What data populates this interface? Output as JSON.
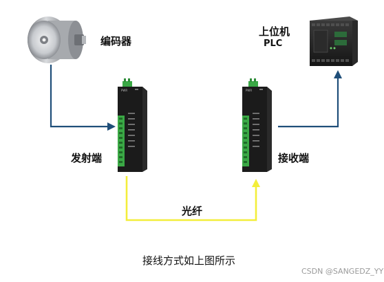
{
  "labels": {
    "encoder": "编码器",
    "upper": "上位机",
    "plc": "PLC",
    "transmitter": "发射端",
    "receiver": "接收端",
    "fiber": "光纤"
  },
  "caption": "接线方式如上图所示",
  "watermark": "CSDN @SANGEDZ_YYDS",
  "colors": {
    "signal_line": "#1f4e79",
    "fiber_line": "#f3ee3a",
    "terminal_green": "#3aa845",
    "device_body": "#1b1b1b"
  },
  "icons": [
    "encoder-icon",
    "plc-icon",
    "transmitter-module-icon",
    "receiver-module-icon",
    "arrow-icon"
  ]
}
